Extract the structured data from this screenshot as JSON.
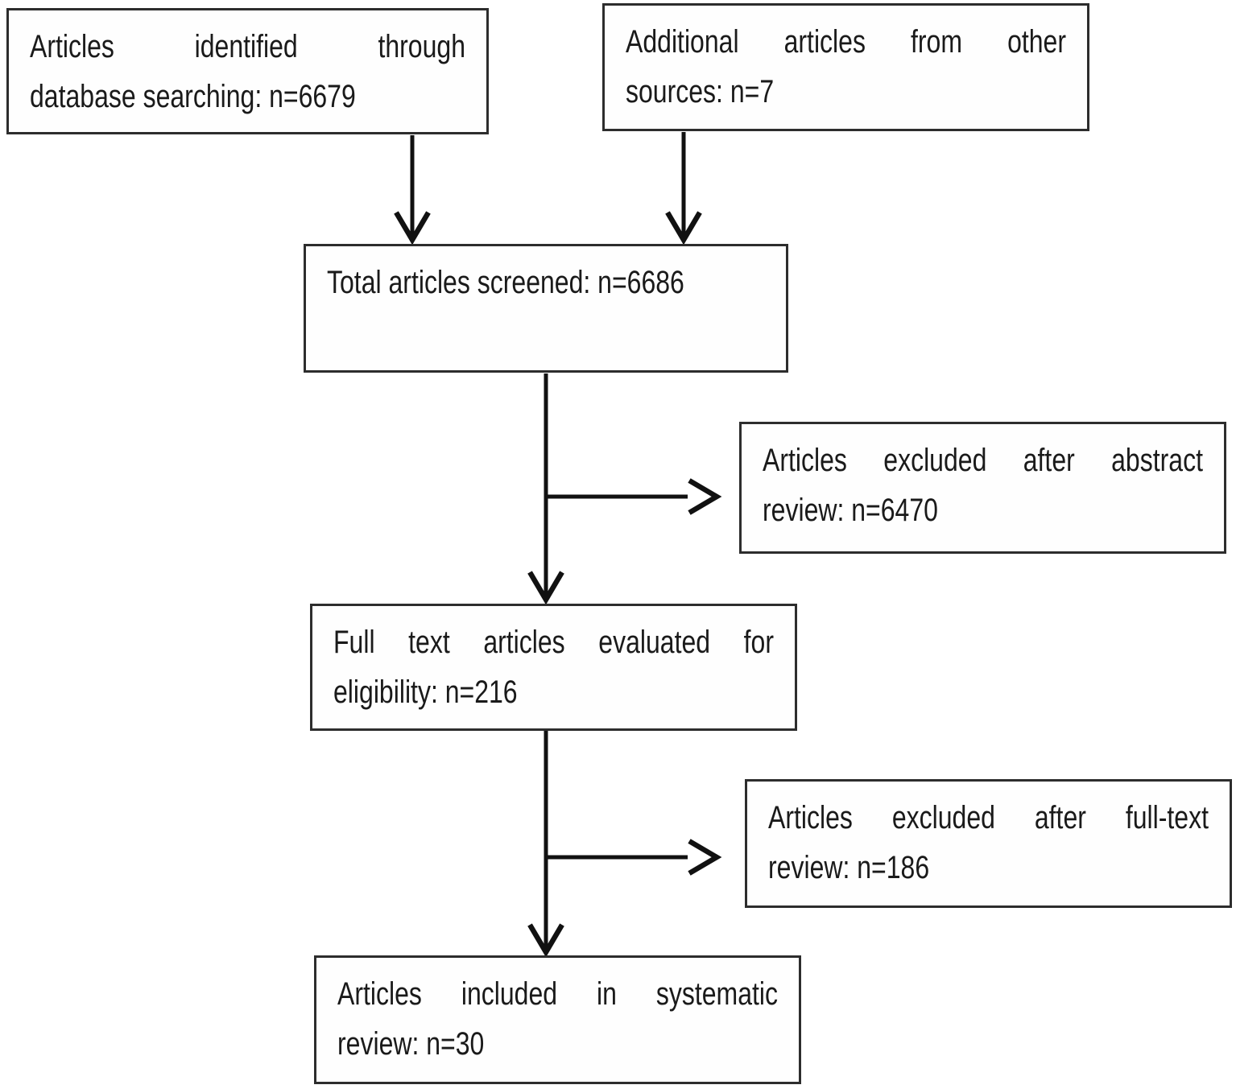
{
  "colors": {
    "background": "#ffffff",
    "box_border": "#2d2d2d",
    "text": "#1a1a1a",
    "arrow": "#111111"
  },
  "flowchart": {
    "boxes": {
      "identified": {
        "lines": [
          "Articles identified through",
          "database searching: n=6679"
        ],
        "n": 6679
      },
      "additional": {
        "lines": [
          "Additional articles from other",
          "sources: n=7"
        ],
        "n": 7
      },
      "screened": {
        "lines": [
          "Total articles screened: n=6686"
        ],
        "n": 6686
      },
      "excluded_abstract": {
        "lines": [
          "Articles excluded after abstract",
          "review: n=6470"
        ],
        "n": 6470
      },
      "fulltext": {
        "lines": [
          "Full text articles evaluated for",
          "eligibility: n=216"
        ],
        "n": 216
      },
      "excluded_fulltext": {
        "lines": [
          "Articles excluded after full-text",
          "review: n=186"
        ],
        "n": 186
      },
      "included": {
        "lines": [
          "Articles included in systematic",
          "review: n=30"
        ],
        "n": 30
      }
    }
  }
}
